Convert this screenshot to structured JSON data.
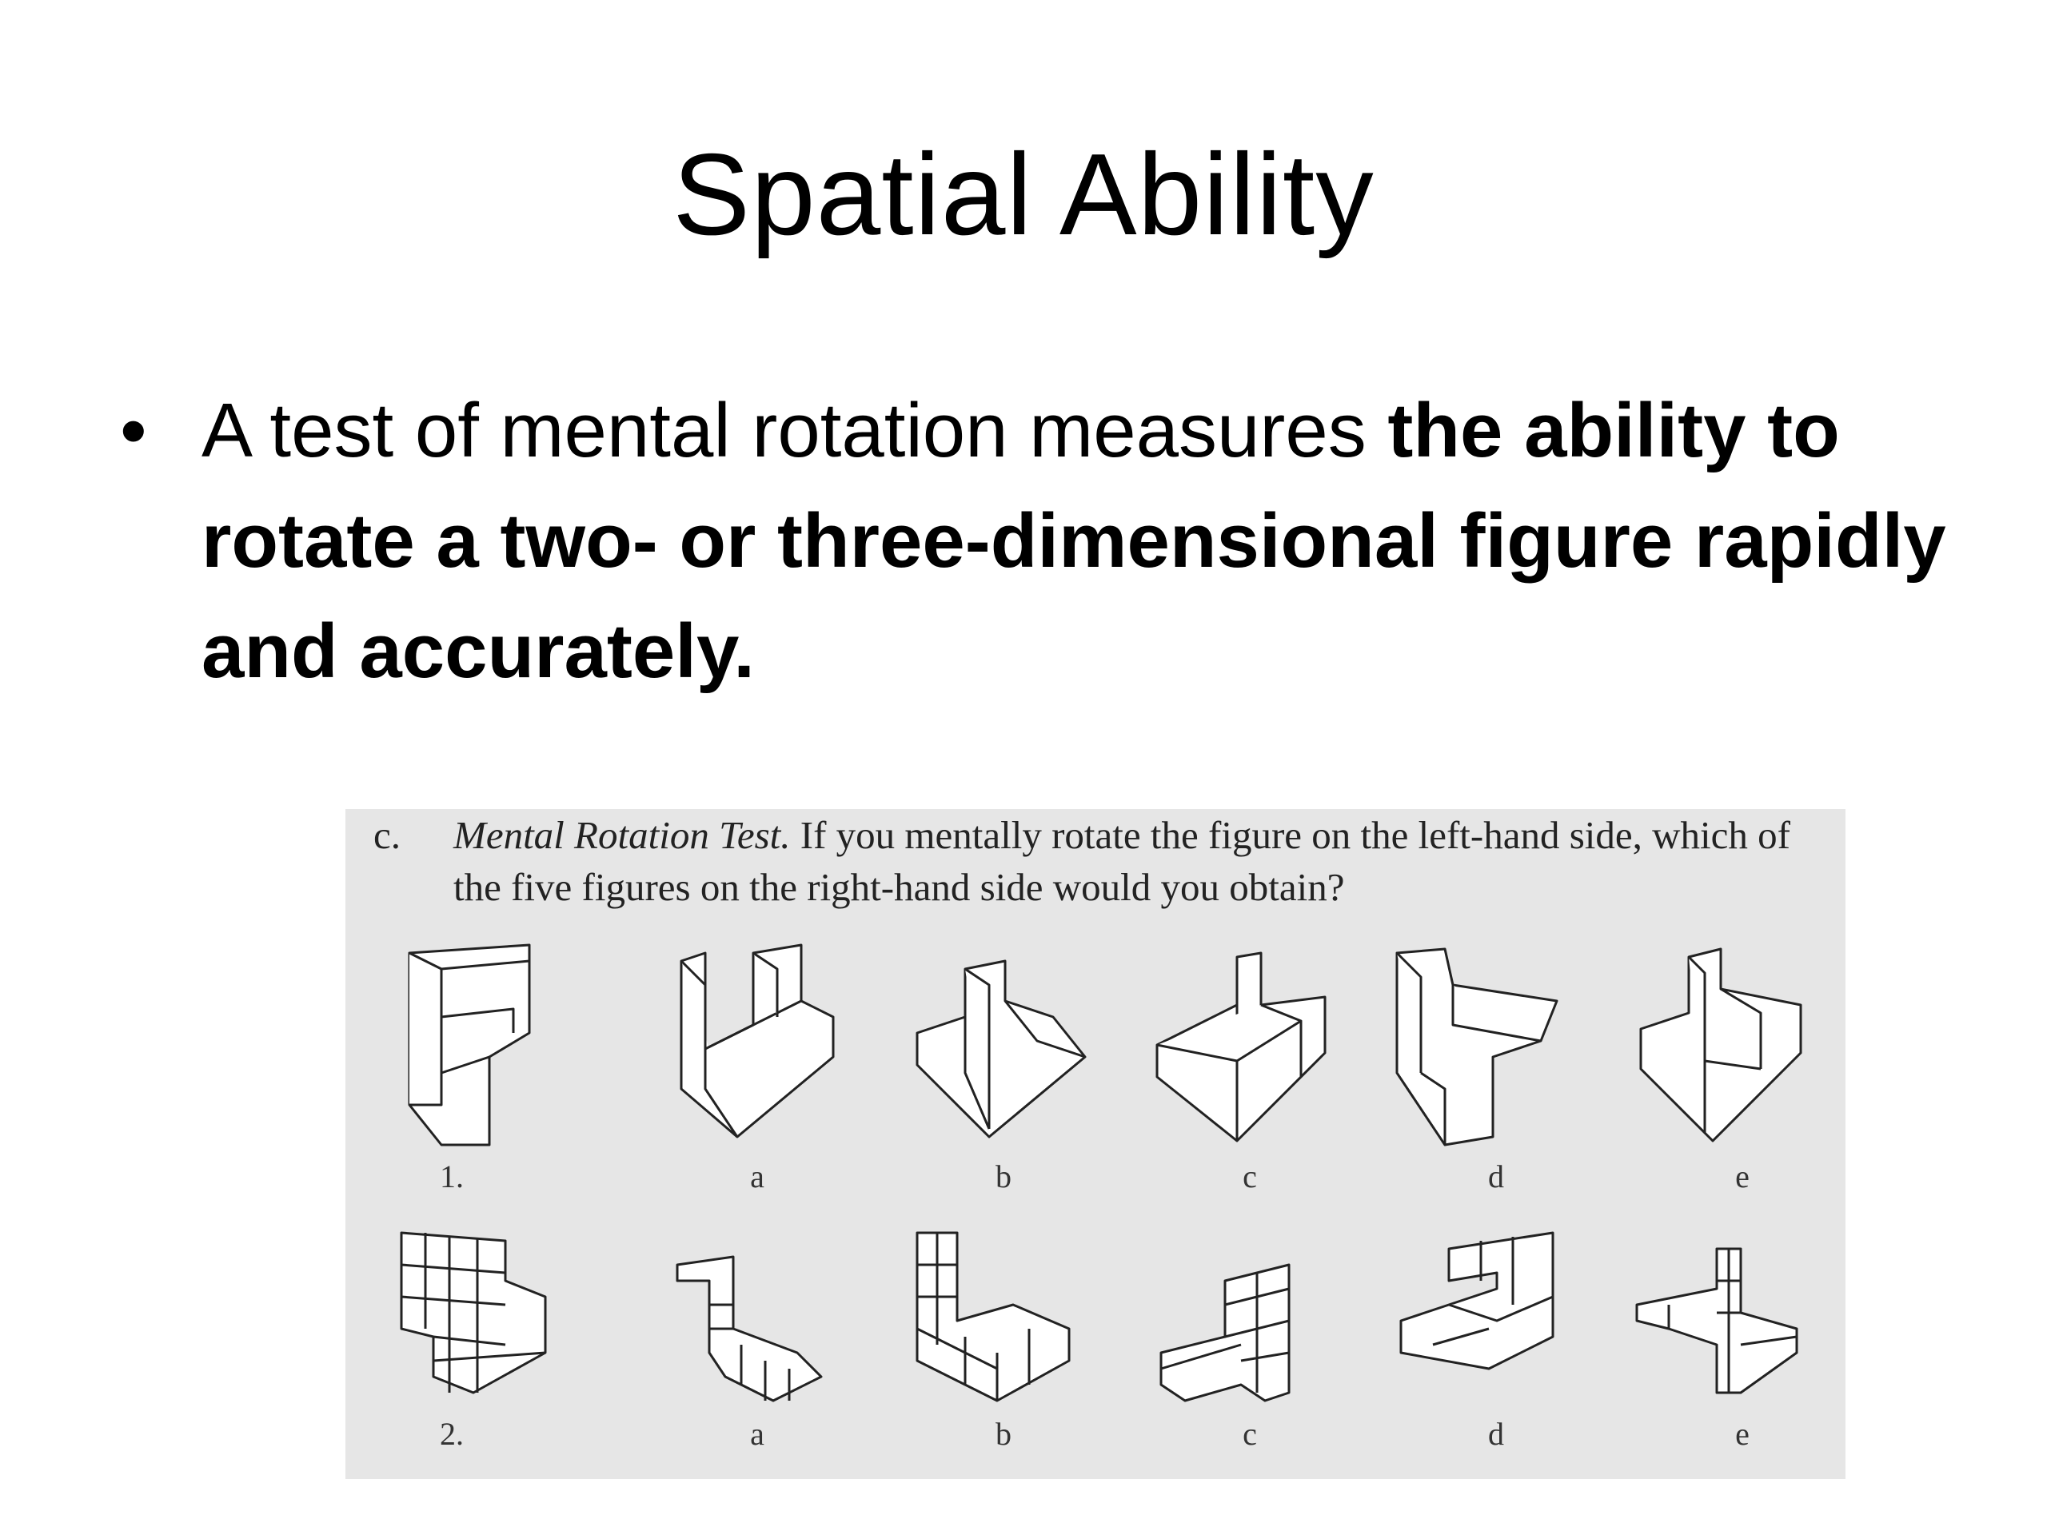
{
  "slide": {
    "title": "Spatial Ability",
    "bullet": {
      "marker": "•",
      "text_plain": "A test of mental rotation measures ",
      "text_bold": "the ability to rotate a two- or three-dimensional figure rapidly and accurately."
    }
  },
  "figure": {
    "caption_lead": "c.",
    "caption_title": "Mental Rotation Test.",
    "caption_body": " If you mentally rotate the figure on the left-hand side, which of the five figures on the right-hand side would you obtain?",
    "row1": {
      "number": "1.",
      "options": [
        "a",
        "b",
        "c",
        "d",
        "e"
      ]
    },
    "row2": {
      "number": "2.",
      "options": [
        "a",
        "b",
        "c",
        "d",
        "e"
      ]
    }
  }
}
